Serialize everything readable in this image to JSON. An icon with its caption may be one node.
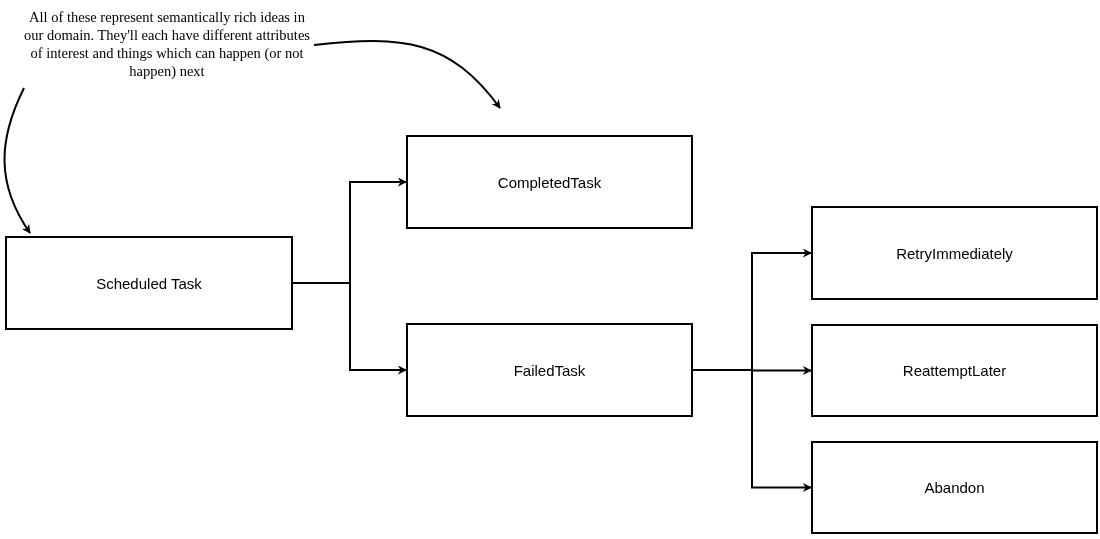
{
  "diagram": {
    "nodes": [
      {
        "text": [
          "All of these represent semantically rich ideas in our domain. They'll each have different attributes of interest and things which can happen (or not happen) next"
        ]
      },
      {
        "text": [
          "Scheduled Task"
        ]
      },
      {
        "text": [
          "CompletedTask"
        ]
      },
      {
        "text": [
          "FailedTask"
        ]
      },
      {
        "text": [
          "RetryImmediately"
        ]
      },
      {
        "text": [
          "ReattemptLater"
        ]
      },
      {
        "text": [
          "Abandon"
        ]
      }
    ],
    "edges": [
      {
        "from": 0,
        "to": 1,
        "arrow": "to"
      },
      {
        "from": 0,
        "to": 2,
        "arrow": "to"
      },
      {
        "from": 1,
        "to": 2,
        "arrow": "to"
      },
      {
        "from": 1,
        "to": 3,
        "arrow": "to"
      },
      {
        "from": 3,
        "to": 4,
        "arrow": "to"
      },
      {
        "from": 3,
        "to": 5,
        "arrow": "to"
      },
      {
        "from": 3,
        "to": 6,
        "arrow": "to"
      }
    ]
  }
}
